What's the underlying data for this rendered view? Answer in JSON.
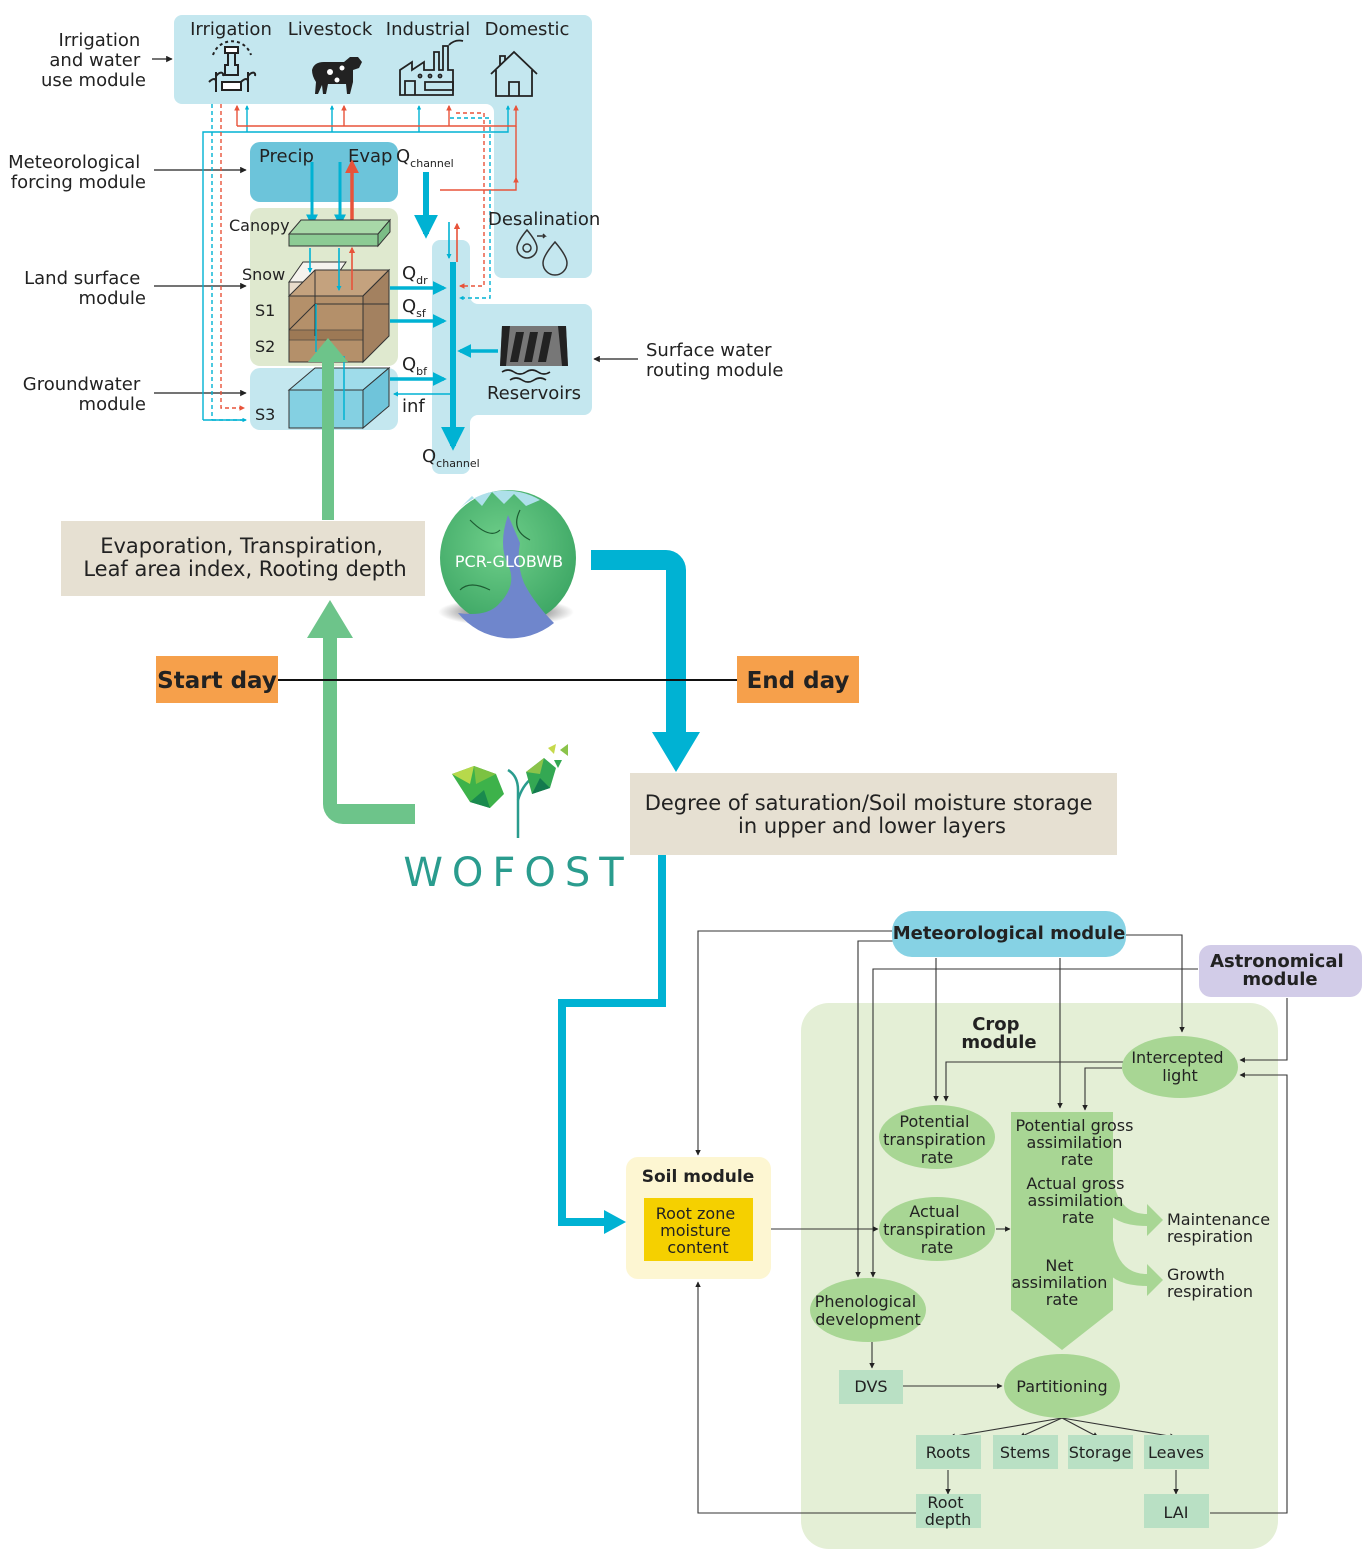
{
  "colors": {
    "light_blue_bg": "#c4e7ef",
    "met_forcing_bg": "#6cc4da",
    "land_surface_bg": "#dfe9cf",
    "channel_blue": "#00b2d3",
    "red_arrow": "#e8533a",
    "green_arrow": "#6dc48a",
    "beige_box": "#e6e0d2",
    "orange_box": "#f6a04b",
    "crop_bg": "#e4efd6",
    "crop_node": "#a8d694",
    "crop_rect": "#b9e0c4",
    "met_module": "#86d2e4",
    "astro_module": "#d2cce8",
    "soil_bg": "#fdf6d2",
    "root_zone": "#f5d000"
  },
  "pcr": {
    "side_labels": {
      "irrigation": [
        "Irrigation",
        "and water",
        "use module"
      ],
      "meteo": [
        "Meteorological",
        "forcing module"
      ],
      "land": [
        "Land surface",
        "module"
      ],
      "ground": [
        "Groundwater",
        "module"
      ],
      "surface": [
        "Surface water",
        "routing module"
      ]
    },
    "sectors": [
      "Irrigation",
      "Livestock",
      "Industrial",
      "Domestic"
    ],
    "precip": "Precip",
    "evap": "Evap",
    "q": "Q",
    "channel": "channel",
    "canopy": "Canopy",
    "snow": "Snow",
    "s1": "S1",
    "s2": "S2",
    "s3": "S3",
    "dr": "dr",
    "sf": "sf",
    "bf": "bf",
    "inf": "inf",
    "desalination": "Desalination",
    "reservoirs": "Reservoirs"
  },
  "coupling": {
    "to_pcr_box": [
      "Evaporation, Transpiration,",
      "Leaf area  index, Rooting depth"
    ],
    "pcr_logo": "PCR-GLOBWB",
    "start_day": "Start day",
    "end_day": "End day",
    "wofost_logo": "WOFOST",
    "to_wofost_box": [
      "Degree of saturation/Soil moisture storage",
      "in upper and lower layers"
    ]
  },
  "wofost": {
    "meteorological_module": "Meteorological module",
    "astronomical_module": [
      "Astronomical",
      "module"
    ],
    "crop_module": [
      "Crop",
      "module"
    ],
    "soil_module": "Soil module",
    "root_zone": [
      "Root zone",
      "moisture",
      "content"
    ],
    "intercepted_light": [
      "Intercepted",
      "light"
    ],
    "potential_transpiration": [
      "Potential",
      "transpiration",
      "rate"
    ],
    "actual_transpiration": [
      "Actual",
      "transpiration",
      "rate"
    ],
    "potential_gross": [
      "Potential gross",
      "assimilation",
      "rate"
    ],
    "actual_gross": [
      "Actual gross",
      "assimilation",
      "rate"
    ],
    "net_assimilation": [
      "Net",
      "assimilation",
      "rate"
    ],
    "maintenance_respiration": [
      "Maintenance",
      "respiration"
    ],
    "growth_respiration": [
      "Growth",
      "respiration"
    ],
    "phenological": [
      "Phenological",
      "development"
    ],
    "dvs": "DVS",
    "partitioning": "Partitioning",
    "organs": [
      "Roots",
      "Stems",
      "Storage",
      "Leaves"
    ],
    "root_depth": [
      "Root",
      "depth"
    ],
    "lai": "LAI"
  }
}
